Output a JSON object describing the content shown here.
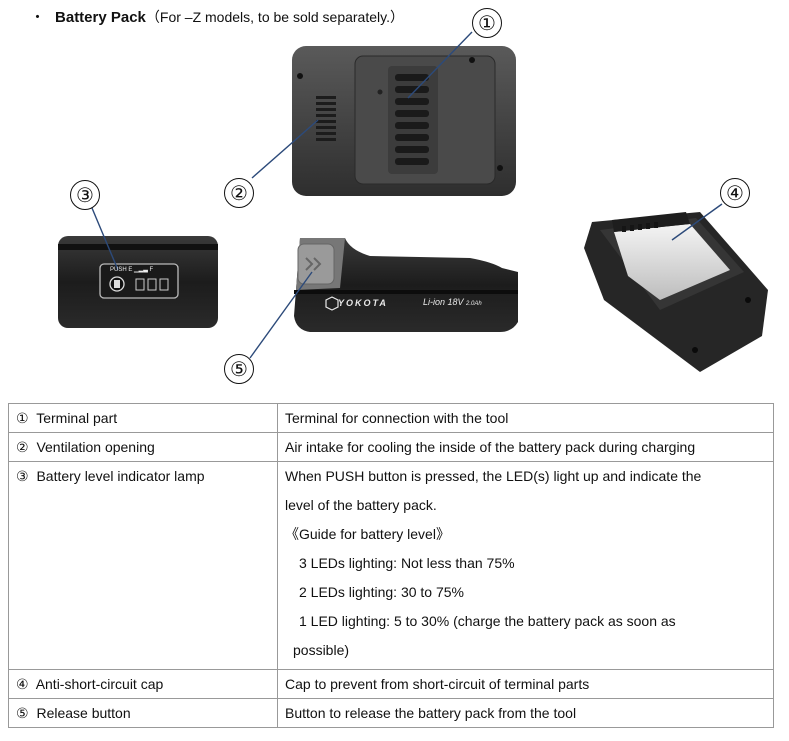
{
  "header": {
    "bullet": "・",
    "title": "Battery Pack",
    "subtitle": "（For –Z models, to be sold separately.）"
  },
  "figure": {
    "callouts": [
      "①",
      "②",
      "③",
      "④",
      "⑤"
    ],
    "brand": "YOKOTA",
    "model": "Li-ion 18V",
    "capacity": "2.0Ah",
    "led_label": "PUSH  E ▁▂▃ F"
  },
  "table": {
    "rows": [
      {
        "num": "①",
        "part": "Terminal part",
        "desc": [
          "Terminal for connection with the tool"
        ]
      },
      {
        "num": "②",
        "part": "Ventilation opening",
        "desc": [
          "Air intake for cooling the inside of the battery pack during charging"
        ]
      },
      {
        "num": "③",
        "part": "Battery level indicator lamp",
        "desc": [
          "When PUSH button is pressed, the LED(s) light up and indicate the",
          "level of the battery pack.",
          "《Guide for battery level》",
          "3 LEDs lighting: Not less than 75%",
          "2 LEDs lighting: 30 to 75%",
          "1 LED lighting: 5 to 30% (charge the battery pack as soon as",
          "possible)"
        ]
      },
      {
        "num": "④",
        "part": "Anti-short-circuit cap",
        "desc": [
          "Cap to prevent from short-circuit of terminal parts"
        ]
      },
      {
        "num": "⑤",
        "part": "Release button",
        "desc": [
          "Button to release the battery pack from the tool"
        ]
      }
    ]
  }
}
